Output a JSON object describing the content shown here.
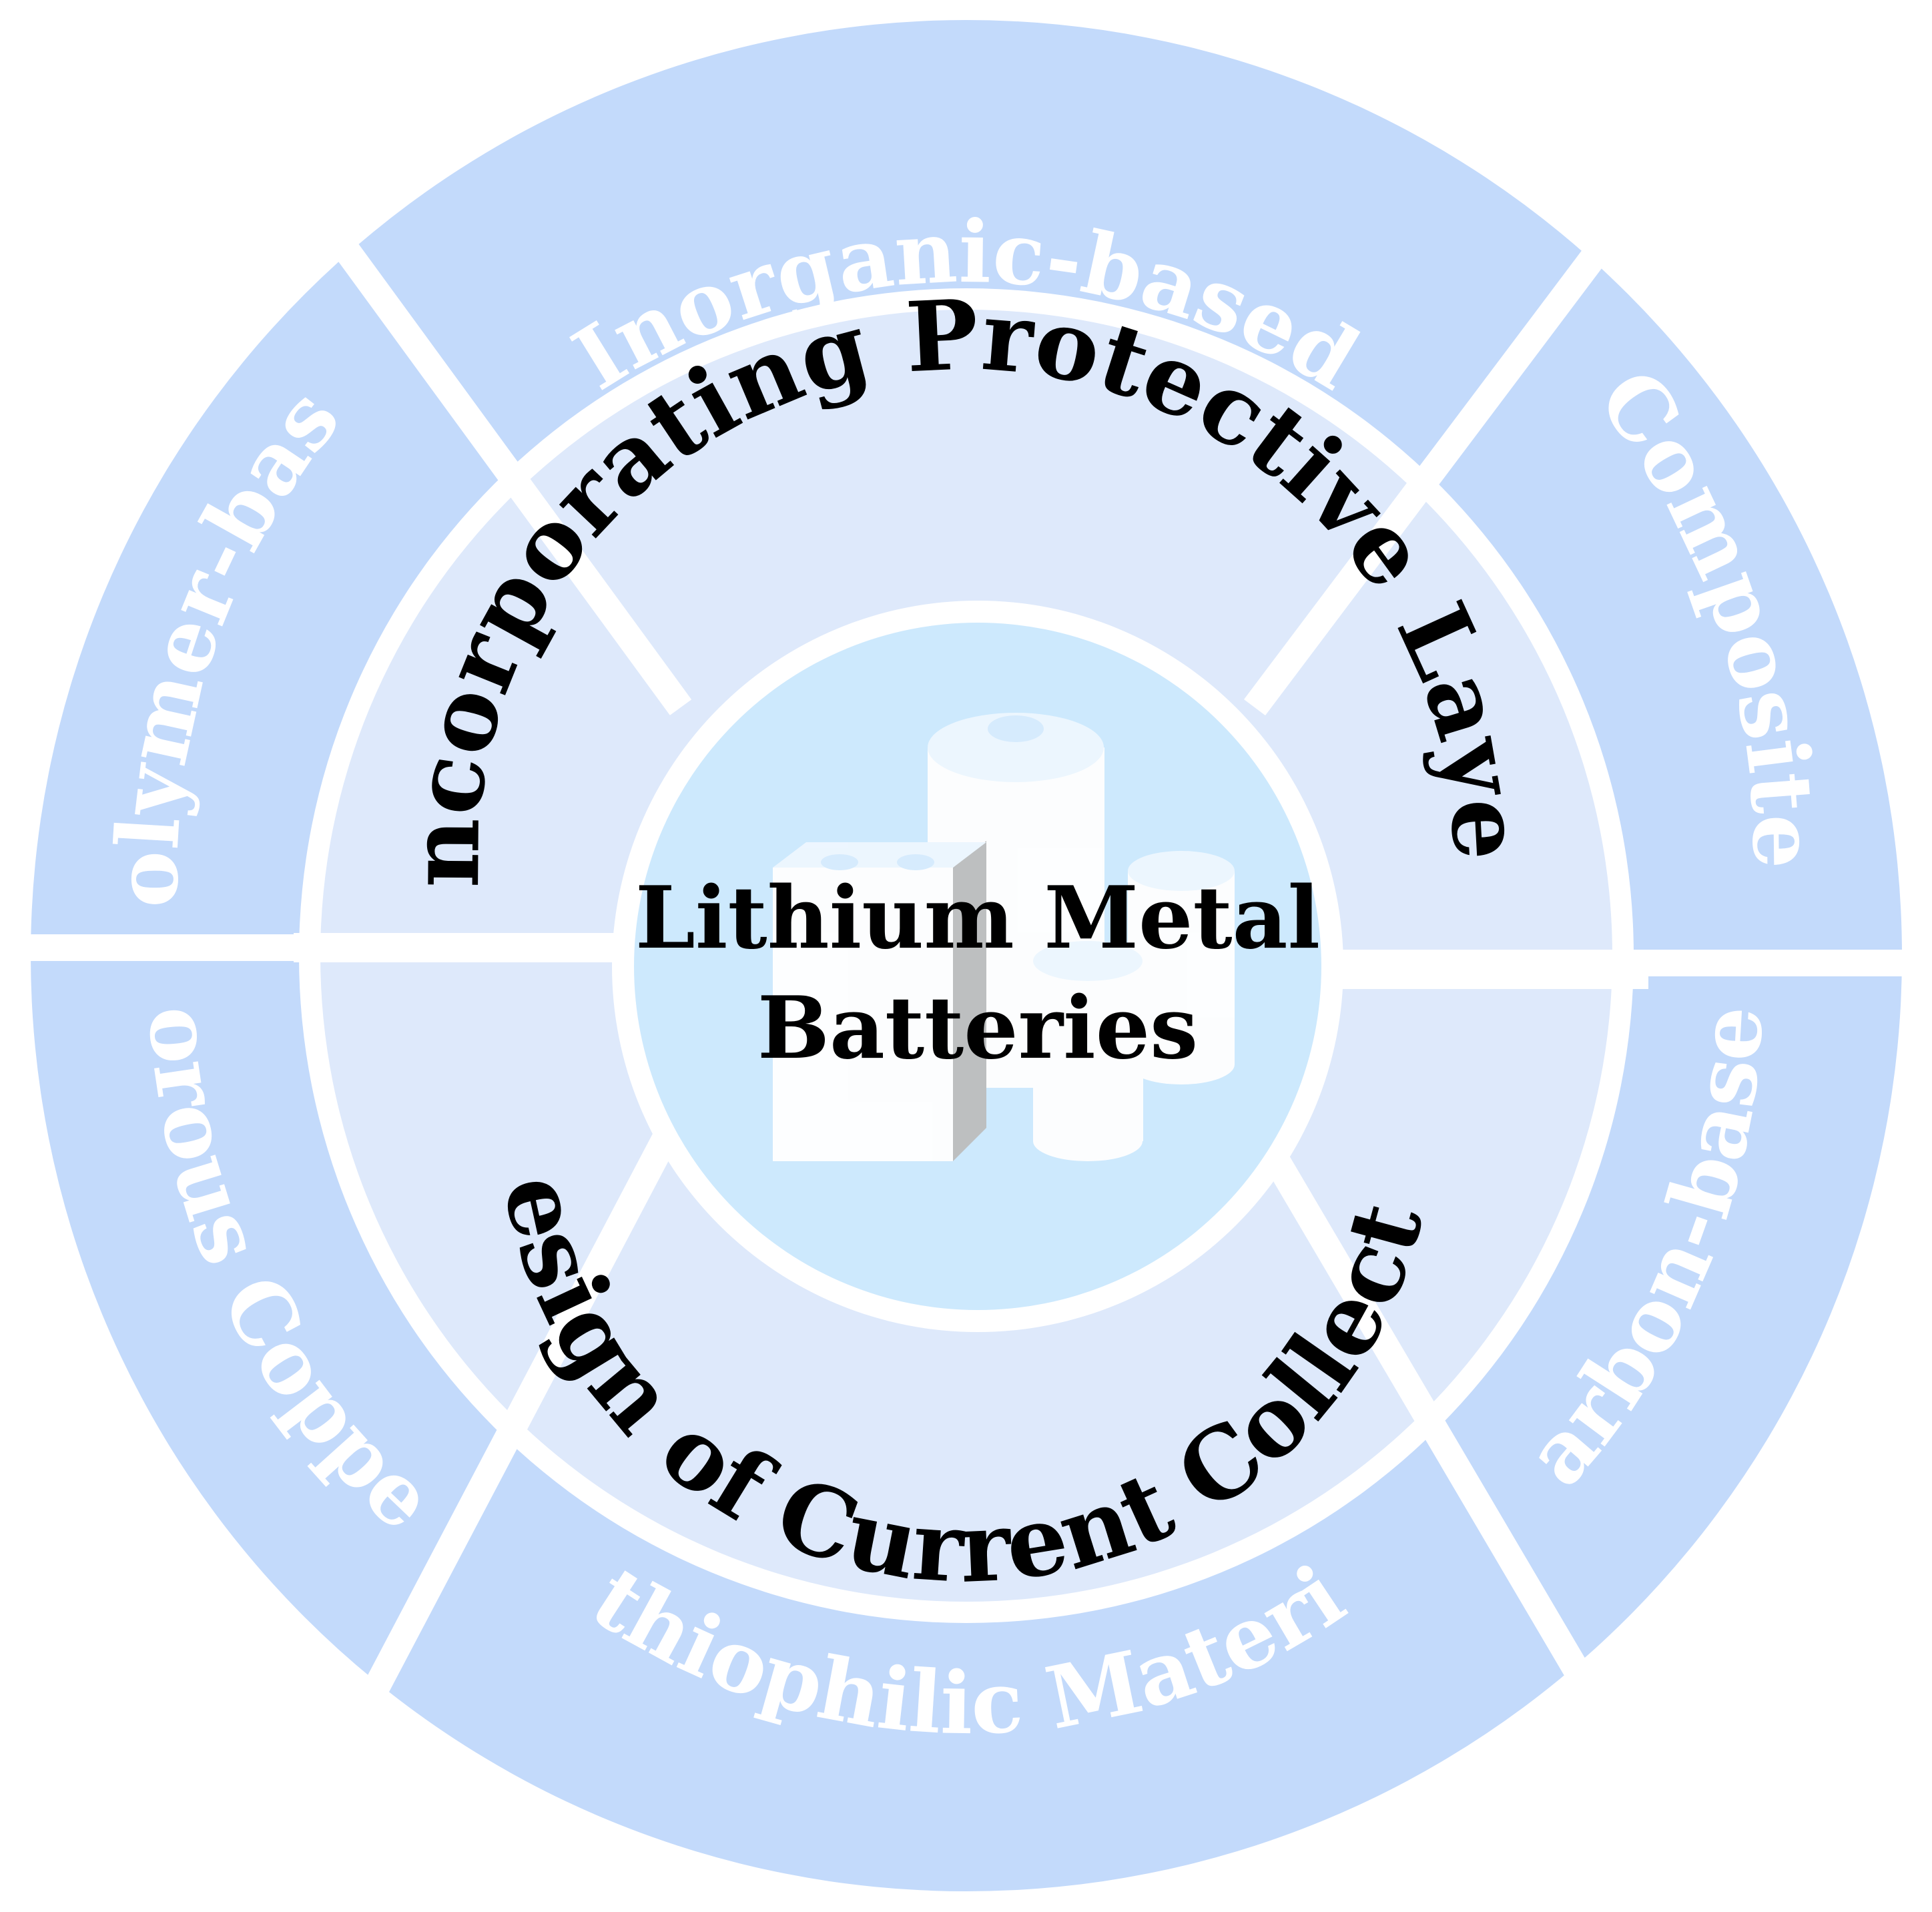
{
  "center": {
    "line1": "Lithium Metal",
    "line2": "Batteries",
    "illustration_icon": "battery-cells-icon"
  },
  "middle_ring": [
    {
      "id": "protective-layer",
      "label": "Incorporating Protective Layer"
    },
    {
      "id": "current-collector",
      "label": "Design of Current Collector"
    }
  ],
  "outer_ring": [
    {
      "id": "inorganic-based",
      "label": "Inorganic-based",
      "group": "protective-layer"
    },
    {
      "id": "composite",
      "label": "Composite",
      "group": "protective-layer"
    },
    {
      "id": "carbon-based",
      "label": "Carbon-based",
      "group": "current-collector"
    },
    {
      "id": "lithiophilic-material",
      "label": "Lithiophilic Material",
      "group": "current-collector"
    },
    {
      "id": "porous-copper",
      "label": "Porous Copper",
      "group": "current-collector"
    },
    {
      "id": "polymer-based",
      "label": "Polymer-based",
      "group": "protective-layer"
    }
  ],
  "colors": {
    "outer_ring": "#c3dafb",
    "middle_ring": "#dee9fb",
    "center_disc": "#cde9fd",
    "separator": "#ffffff",
    "outer_text": "#ffffff",
    "inner_text": "#000000"
  }
}
